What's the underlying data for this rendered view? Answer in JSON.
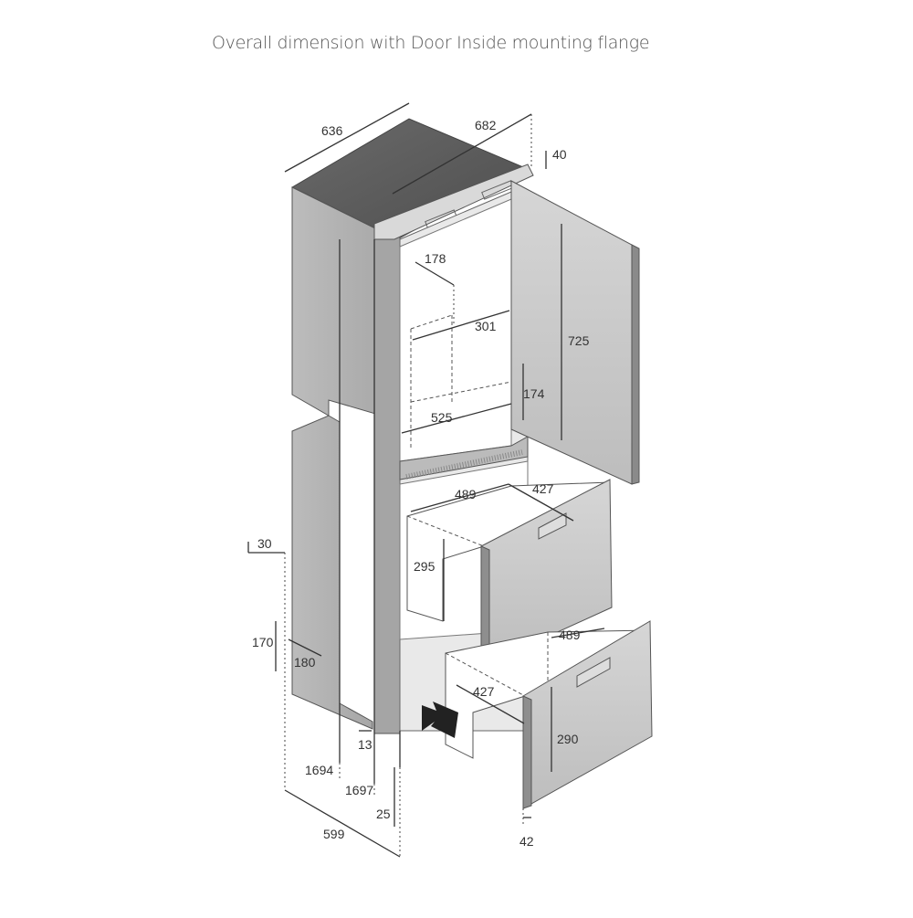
{
  "title": "Overall dimension with Door Inside mounting flange",
  "dimensions": {
    "d636": "636",
    "d682": "682",
    "d40": "40",
    "d178": "178",
    "d301": "301",
    "d725": "725",
    "d174": "174",
    "d525": "525",
    "d489_top": "489",
    "d427_top": "427",
    "d295": "295",
    "d30": "30",
    "d170": "170",
    "d180": "180",
    "d489_bottom": "489",
    "d427_bottom": "427",
    "d290": "290",
    "d13": "13",
    "d1694": "1694",
    "d1697": "1697",
    "d25": "25",
    "d599": "599",
    "d42": "42"
  },
  "colors": {
    "body_top": "#5e5e5e",
    "body_side": "#b4b4b4",
    "body_front": "#a9a9a9",
    "panel": "#cdcdcd",
    "interior": "#ffffff",
    "line": "#333333"
  }
}
